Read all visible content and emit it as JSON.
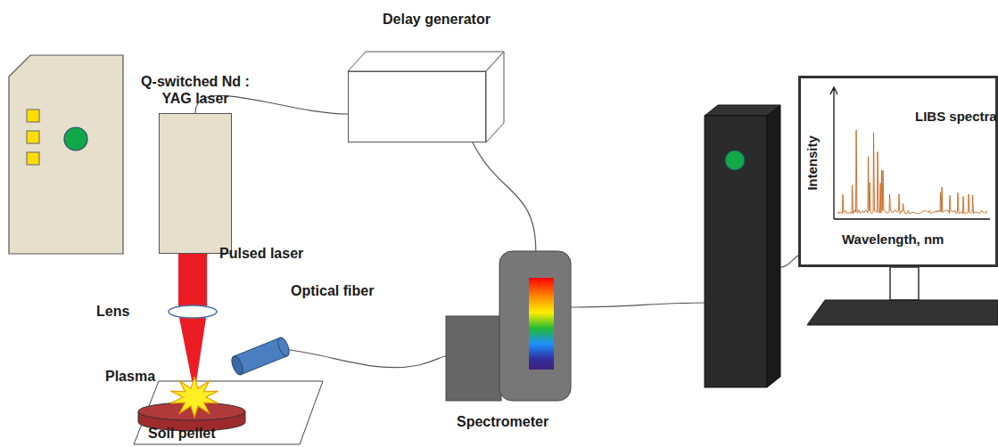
{
  "diagram": {
    "nodes": [
      {
        "text": [
          "Q-switched Nd : YAG laser"
        ]
      },
      {
        "text": [
          "Delay generator"
        ]
      },
      {
        "text": [
          "Spectrometer"
        ]
      },
      {
        "text": [
          "LIBS spectra",
          "Intensity",
          "Wavelength, nm"
        ]
      },
      {
        "text": [
          "Soil pellet"
        ]
      }
    ],
    "edges": [
      {
        "from": 0,
        "to": 1,
        "arrow": "none"
      },
      {
        "from": 1,
        "to": 2,
        "arrow": "none"
      }
    ],
    "labels": [
      "Pulsed laser",
      "Lens",
      "Plasma",
      "Optical fiber"
    ]
  }
}
